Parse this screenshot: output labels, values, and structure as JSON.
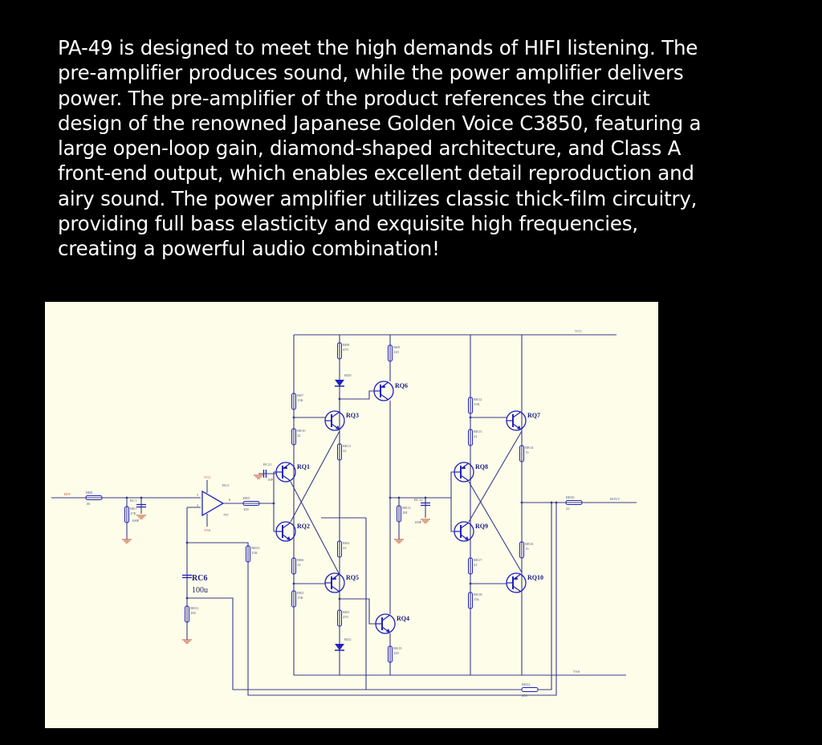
{
  "description": {
    "lines": [
      "PA-49 is designed to meet the high demands of HIFI listening. The",
      "pre-amplifier produces sound, while the power amplifier delivers",
      "power. The pre-amplifier of the product references the circuit",
      "design of the renowned Japanese Golden Voice C3850, featuring a",
      "large open-loop gain, diamond-shaped architecture, and Class A",
      "front-end output, which enables excellent detail reproduction and",
      "airy sound. The power amplifier utilizes classic thick-film circuitry,",
      "providing full bass elasticity and exquisite high frequencies,",
      "creating a powerful audio combination!"
    ]
  },
  "schematic": {
    "colors": {
      "background": "#fdfdea",
      "wire": "#3a3a8a",
      "component": "#2020c0",
      "ground": "#c05030",
      "label": "#555577"
    },
    "nets": {
      "vcc": "VCC",
      "vss": "VSS",
      "input": "RIN",
      "output": "ROUT"
    },
    "opamp": {
      "name": "RU2",
      "part": "797",
      "pin_plus": "3",
      "pin_minus": "2",
      "pin_out": "6",
      "pin_v": "7",
      "pin_vneg": "4",
      "vcc": "VCC",
      "vss": "VSS"
    },
    "transistors": [
      "RQ1",
      "RQ2",
      "RQ3",
      "RQ4",
      "RQ5",
      "RQ6",
      "RQ7",
      "RQ8",
      "RQ9",
      "RQ10"
    ],
    "resistors": [
      {
        "name": "RR0",
        "value": "1K"
      },
      {
        "name": "RR1",
        "value": "47K"
      },
      {
        "name": "RR5",
        "value": "100"
      },
      {
        "name": "RR7",
        "value": "15K"
      },
      {
        "name": "RR10",
        "value": "22"
      },
      {
        "name": "RR8",
        "value": "470"
      },
      {
        "name": "RR11",
        "value": "22"
      },
      {
        "name": "RR9",
        "value": "220"
      },
      {
        "name": "RR12",
        "value": "15K"
      },
      {
        "name": "RR15",
        "value": "22"
      },
      {
        "name": "RR14",
        "value": "15"
      },
      {
        "name": "RR13",
        "value": "1M"
      },
      {
        "name": "RR30",
        "value": "22"
      },
      {
        "name": "RR33",
        "value": "33K"
      },
      {
        "name": "RR6",
        "value": "22"
      },
      {
        "name": "RR2",
        "value": "15K"
      },
      {
        "name": "RR4",
        "value": "22"
      },
      {
        "name": "RR3",
        "value": "470"
      },
      {
        "name": "RR31",
        "value": "100"
      },
      {
        "name": "RR19",
        "value": "220"
      },
      {
        "name": "RR17",
        "value": "22"
      },
      {
        "name": "RR18",
        "value": "15k"
      },
      {
        "name": "RR16",
        "value": "15"
      },
      {
        "name": "RR32",
        "value": "680"
      }
    ],
    "capacitors": [
      {
        "name": "RC1",
        "value": "100P"
      },
      {
        "name": "RC21",
        "value": "10P"
      },
      {
        "name": "RC12",
        "value": "100P"
      },
      {
        "name": "RC6",
        "value": "100u"
      }
    ],
    "diodes": [
      "RD0",
      "RD2"
    ]
  }
}
